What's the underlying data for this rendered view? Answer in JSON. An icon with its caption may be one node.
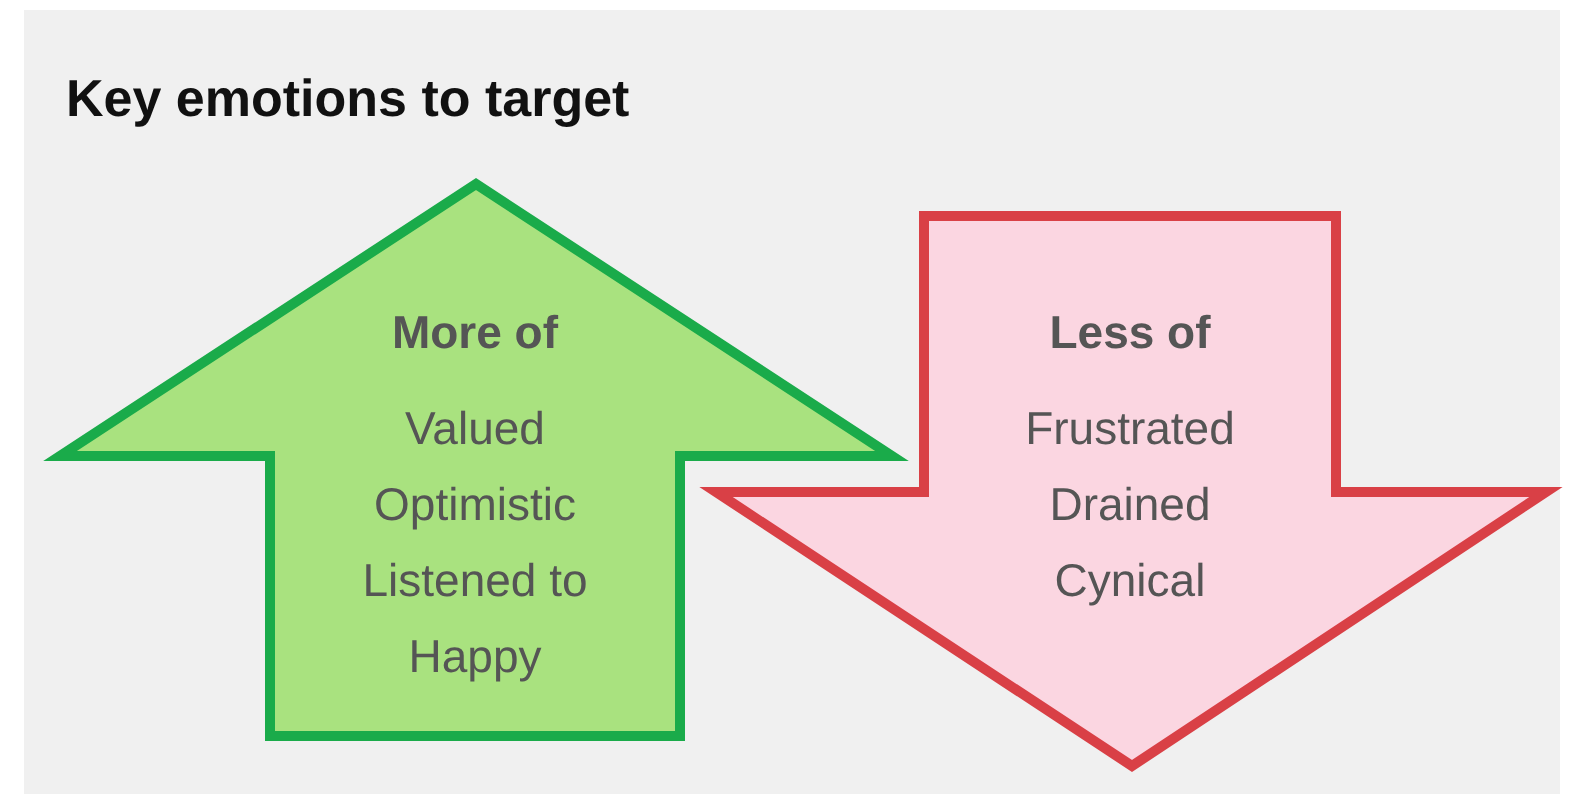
{
  "diagram": {
    "title": "Key emotions to target",
    "nodes": [
      {
        "text": [
          "More of",
          "Valued",
          "Optimistic",
          "Listened to",
          "Happy"
        ]
      },
      {
        "text": [
          "Less of",
          "Frustrated",
          "Drained",
          "Cynical"
        ]
      }
    ]
  }
}
